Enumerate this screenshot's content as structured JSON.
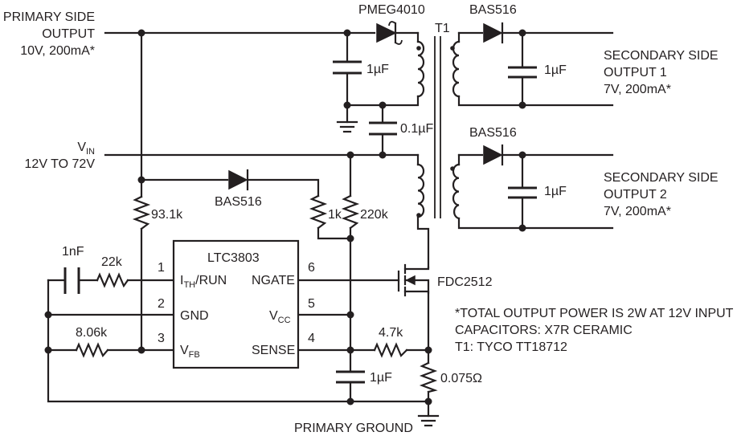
{
  "labels": {
    "primary_output_1": "PRIMARY SIDE",
    "primary_output_2": "OUTPUT",
    "primary_output_3": "10V, 200mA*",
    "vin_main": "V",
    "vin_sub": "IN",
    "vin_range": "12V TO 72V",
    "diode_top": "PMEG4010",
    "transformer": "T1",
    "bas_sec1": "BAS516",
    "bas_sec2": "BAS516",
    "bas_primary": "BAS516",
    "sec1_line1": "SECONDARY SIDE",
    "sec1_line2": "OUTPUT 1",
    "sec1_line3": "7V, 200mA*",
    "sec2_line1": "SECONDARY SIDE",
    "sec2_line2": "OUTPUT 2",
    "sec2_line3": "7V, 200mA*",
    "cap_primary_out": "1µF",
    "cap_snub": "0.1µF",
    "cap_sec1": "1µF",
    "cap_sec2": "1µF",
    "cap_ic": "1µF",
    "cap_comp": "1nF",
    "r_comp": "22k",
    "r_931": "93.1k",
    "r_1k": "1k",
    "r_220": "220k",
    "r_806": "8.06k",
    "r_47": "4.7k",
    "r_sense": "0.075Ω",
    "ic_name": "LTC3803",
    "pin_ith_main": "I",
    "pin_ith_sub": "TH",
    "pin_ith_rest": "/RUN",
    "pin_gnd": "GND",
    "pin_vfb_main": "V",
    "pin_vfb_sub": "FB",
    "pin_ngate": "NGATE",
    "pin_vcc_main": "V",
    "pin_vcc_sub": "CC",
    "pin_sense": "SENSE",
    "pin1": "1",
    "pin2": "2",
    "pin3": "3",
    "pin4": "4",
    "pin5": "5",
    "pin6": "6",
    "mosfet": "FDC2512",
    "note1": "*TOTAL OUTPUT POWER IS 2W AT 12V INPUT",
    "note2": "CAPACITORS: X7R CERAMIC",
    "note3": "T1:  TYCO TT18712",
    "primary_ground": "PRIMARY GROUND"
  }
}
